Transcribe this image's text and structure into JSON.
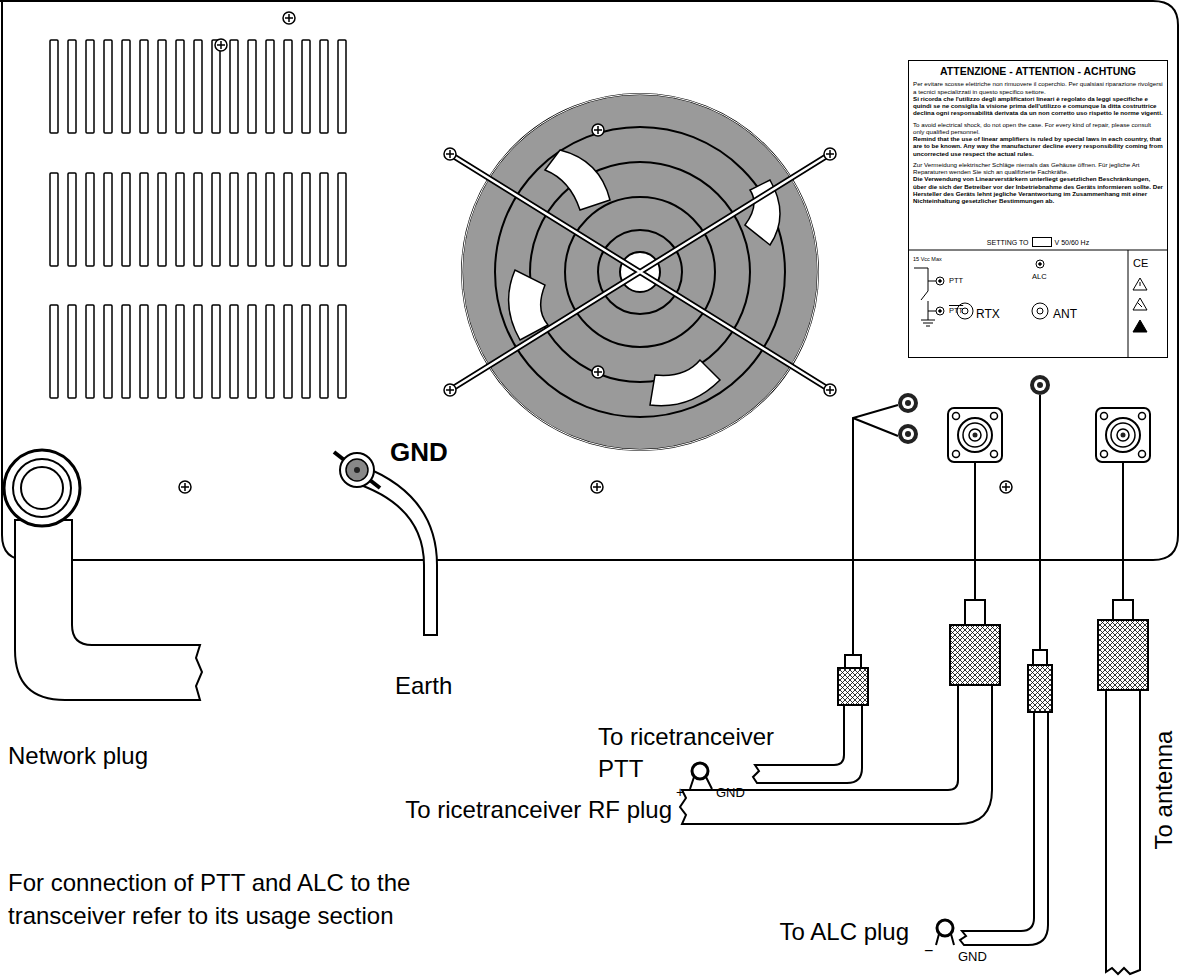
{
  "diagram": {
    "nodes": [
      {
        "text": [
          "ATTENZIONE - ATTENTION - ACHTUNG",
          "Per evitare scosse elettriche non rimuovere il coperchio. Per qualsiasi riparazione rivolgersi a tecnici specializzati in questo specifico settore.",
          "Si ricorda che l'utilizzo degli amplificatori lineari è regolato da leggi specifiche e quindi se ne consiglia la visione prima dell'utilizzo e comunque la ditta costruttrice declina ogni responsabilità derivata da un non corretto uso rispetto le norme vigenti.",
          "To avoid electrical shock, do not open the case. For every kind of repair, please consult only qualified personnel.",
          "Remind that the use of linear amplifiers is ruled by special laws in each country, that are to be known. Any way the manufacturer decline every responsibility coming from uncorrected use respect the actual rules.",
          "Zur Vermeidung elektrischer Schläge niemals das Gehäuse öffnen. Für jegliche Art Reparaturen wenden Sie sich an qualifizierte Fachkräfte.",
          "Die Verwendung von Linearverstärkern unterliegt gesetzlichen Beschränkungen, über die sich der Betreiber vor der Inbetriebnahme des Geräts informieren sollte. Der Hersteller des Geräts lehnt jegliche Verantwortung im Zusammenhang mit einer Nichteinhaltung gesetzlicher Bestimmungen ab.",
          "SETTING TO",
          "V 50/60 Hz",
          "15 Vcc Max",
          "PTT",
          "ALC",
          "PTT",
          "RTX",
          "ANT",
          "CE"
        ]
      }
    ],
    "labels": [
      "GND",
      "Earth",
      "Network plug",
      "To ricetranceiver PTT",
      "+",
      "GND",
      "To ricetranceiver RF plug",
      "For connection of PTT and ALC to the transceiver refer to its usage section",
      "To ALC plug",
      "−",
      "GND",
      "To antenna"
    ]
  }
}
